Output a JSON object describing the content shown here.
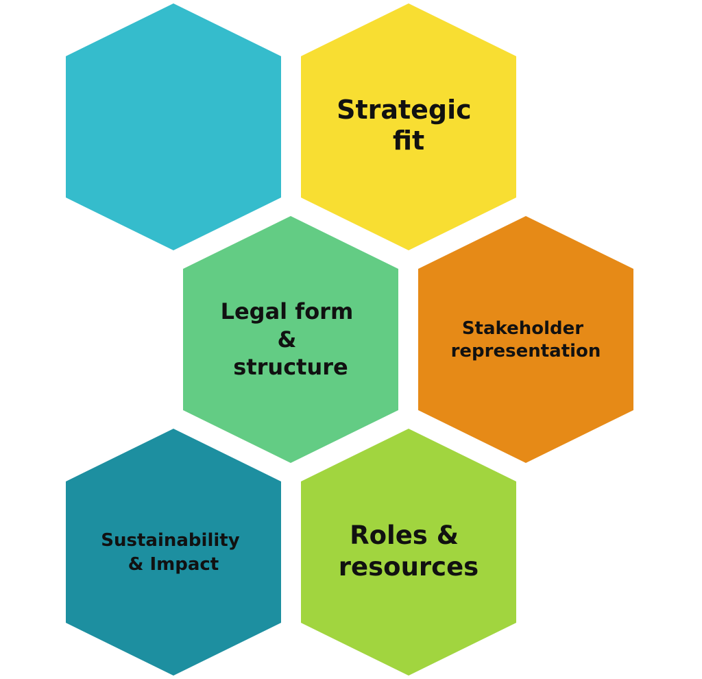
{
  "hexagons": [
    {
      "id": "blank",
      "color": "#35BCCC",
      "lines": []
    },
    {
      "id": "strategic-fit",
      "color": "#F8DE32",
      "lines": [
        "Strategic",
        "fit"
      ]
    },
    {
      "id": "legal-form",
      "color": "#63CC84",
      "lines": [
        "Legal form",
        "&",
        "structure"
      ]
    },
    {
      "id": "stakeholder",
      "color": "#E68A17",
      "lines": [
        "Stakeholder",
        "representation"
      ]
    },
    {
      "id": "sustainability",
      "color": "#1D8FA0",
      "lines": [
        "Sustainability",
        "& Impact"
      ]
    },
    {
      "id": "roles",
      "color": "#A1D53F",
      "lines": [
        "Roles &",
        "resources"
      ]
    }
  ]
}
